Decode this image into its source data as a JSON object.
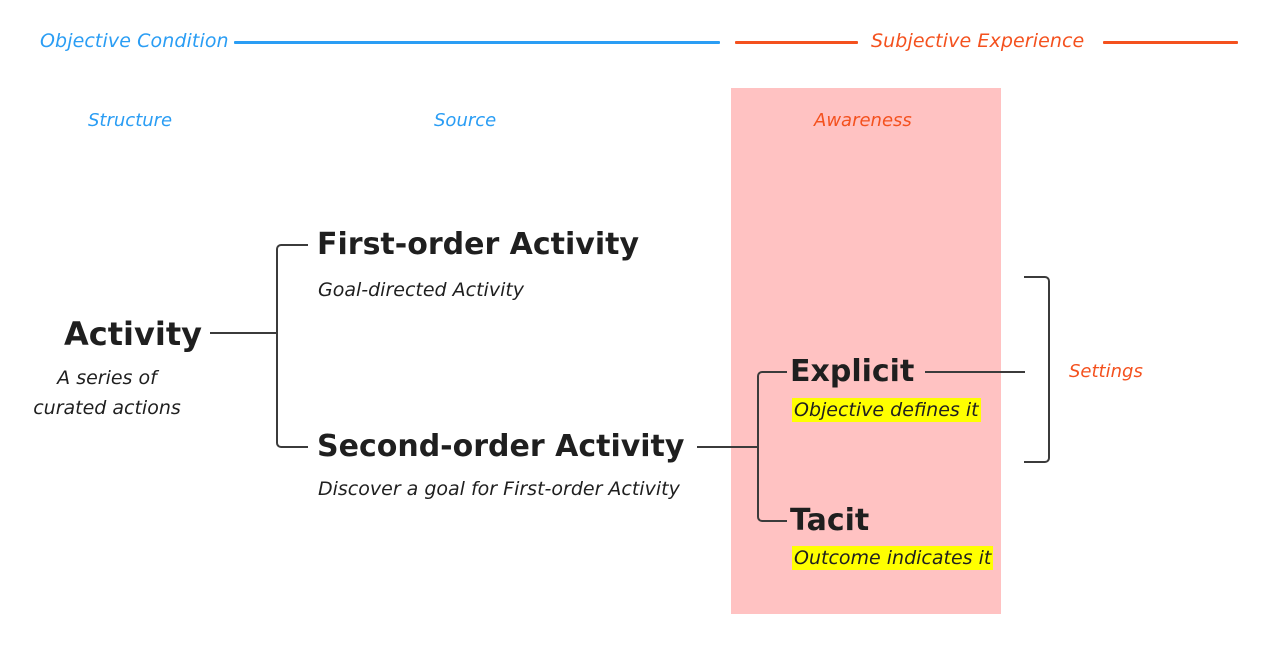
{
  "header": {
    "left_label": "Objective Condition",
    "right_label": "Subjective Experience",
    "left_color": "#2a9df4",
    "right_color": "#f4511e"
  },
  "columns": [
    {
      "label": "Structure",
      "color": "#2a9df4"
    },
    {
      "label": "Source",
      "color": "#2a9df4"
    },
    {
      "label": "Awareness",
      "color": "#f4511e"
    }
  ],
  "panel": {
    "name": "awareness",
    "fill": "#ffc2c2"
  },
  "nodes": {
    "activity": {
      "title": "Activity",
      "sub_line1": "A series of",
      "sub_line2": "curated actions"
    },
    "first_order": {
      "title": "First-order Activity",
      "sub": "Goal-directed Activity"
    },
    "second_order": {
      "title": "Second-order Activity",
      "sub": "Discover a goal for First-order Activity"
    },
    "explicit": {
      "title": "Explicit",
      "sub": "Objective defines it",
      "highlight": "#ffff00"
    },
    "tacit": {
      "title": "Tacit",
      "sub": "Outcome indicates it",
      "highlight": "#ffff00"
    },
    "settings": {
      "label": "Settings",
      "color": "#f4511e"
    }
  }
}
